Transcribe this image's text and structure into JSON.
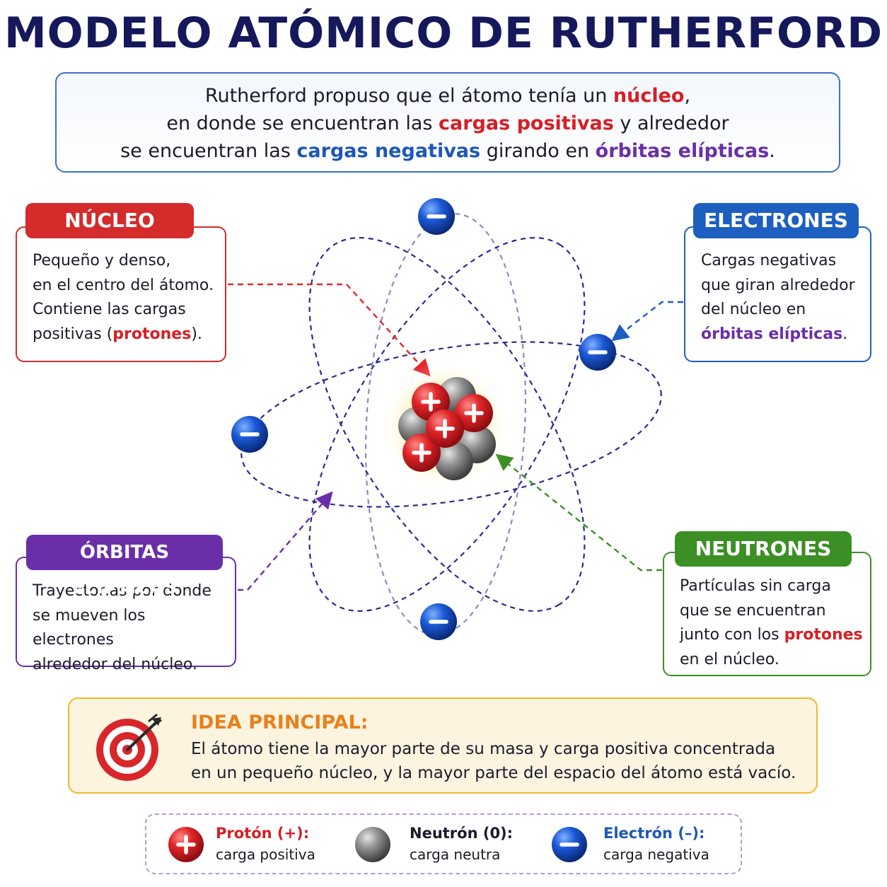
{
  "title": "MODELO ATÓMICO DE RUTHERFORD",
  "intro": {
    "l1a": "Rutherford propuso que el átomo tenía un ",
    "l1b": "núcleo",
    "l1c": ",",
    "l2a": "en donde se encuentran las ",
    "l2b": "cargas positivas",
    "l2c": " y alrededor",
    "l3a": "se encuentran las ",
    "l3b": "cargas negativas",
    "l3c": " girando en ",
    "l3d": "órbitas elípticas",
    "l3e": "."
  },
  "nucleo": {
    "title": "NÚCLEO",
    "l1": "Pequeño y denso,",
    "l2": "en el centro del átomo.",
    "l3": "Contiene las cargas",
    "l4a": "positivas (",
    "l4b": "protones",
    "l4c": ")."
  },
  "electrones": {
    "title": "ELECTRONES",
    "l1": "Cargas negativas",
    "l2": "que giran alrededor",
    "l3": "del núcleo en",
    "l4a": "órbitas elípticas",
    "l4b": "."
  },
  "orbitas": {
    "title": "ÓRBITAS ELÍPTICAS",
    "l1": "Trayectorias por donde",
    "l2": "se mueven los electrones",
    "l3": "alrededor del núcleo."
  },
  "neutrones": {
    "title": "NEUTRONES",
    "l1": "Partículas sin carga",
    "l2": "que se encuentran",
    "l3a": "junto con los ",
    "l3b": "protones",
    "l4": "en el núcleo."
  },
  "idea": {
    "title": "IDEA PRINCIPAL:",
    "l1": "El átomo tiene la mayor parte de su masa y carga positiva concentrada",
    "l2": "en un pequeño núcleo, y la mayor parte del espacio del átomo está vacío."
  },
  "legend": {
    "proton_label": "Protón (+):",
    "proton_desc": "carga positiva",
    "neutron_label": "Neutrón (0):",
    "neutron_desc": "carga neutra",
    "electron_label": "Electrón (–):",
    "electron_desc": "carga negativa"
  },
  "colors": {
    "title": "#16185c",
    "proton": "#d61f25",
    "neutron": "#8a8a8a",
    "electron": "#1d58b8",
    "orbit": "#2b2a8f",
    "nucleo_card": "#d42b2b",
    "electrones_card": "#1d5fc0",
    "orbitas_card": "#6a2fa8",
    "neutrones_card": "#3c8f24",
    "idea_accent": "#e9801c"
  },
  "icons": {
    "proton": "plus-icon",
    "electron": "minus-icon",
    "idea": "target-icon"
  }
}
